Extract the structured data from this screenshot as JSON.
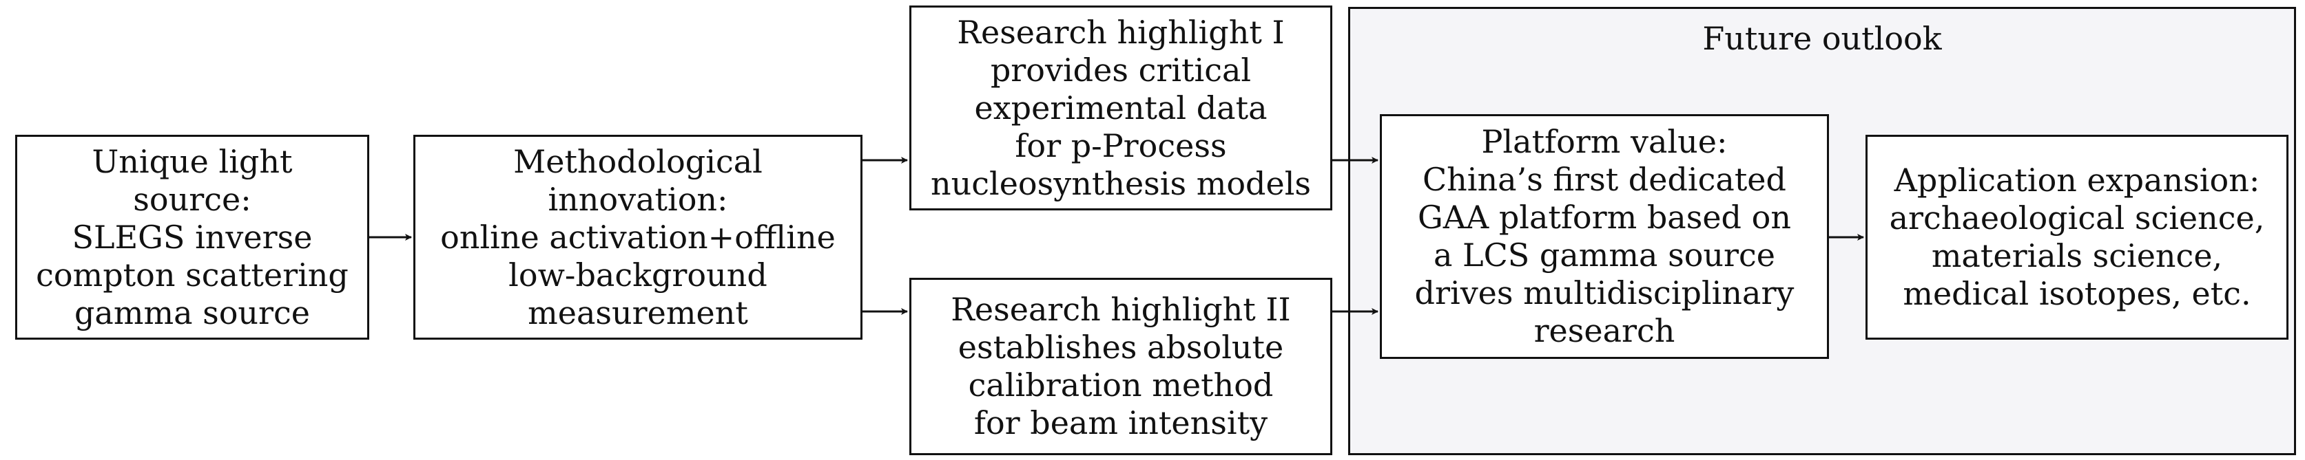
{
  "nodes": {
    "light_source": "Unique light\nsource:\nSLEGS inverse\ncompton scattering\ngamma source",
    "method": "Methodological\ninnovation:\nonline activation+offline\nlow-background\nmeasurement",
    "highlight1": "Research highlight I\nprovides critical\nexperimental data\nfor p-Process\nnucleosynthesis models",
    "highlight2": "Research highlight II\nestablishes absolute\ncalibration method\nfor beam intensity",
    "platform": "Platform value:\nChina’s first dedicated\nGAA platform based on\na LCS gamma source\ndrives multidisciplinary\nresearch",
    "application": "Application expansion:\narchaeological science,\nmaterials science,\nmedical isotopes, etc."
  },
  "group": {
    "title": "Future outlook"
  }
}
